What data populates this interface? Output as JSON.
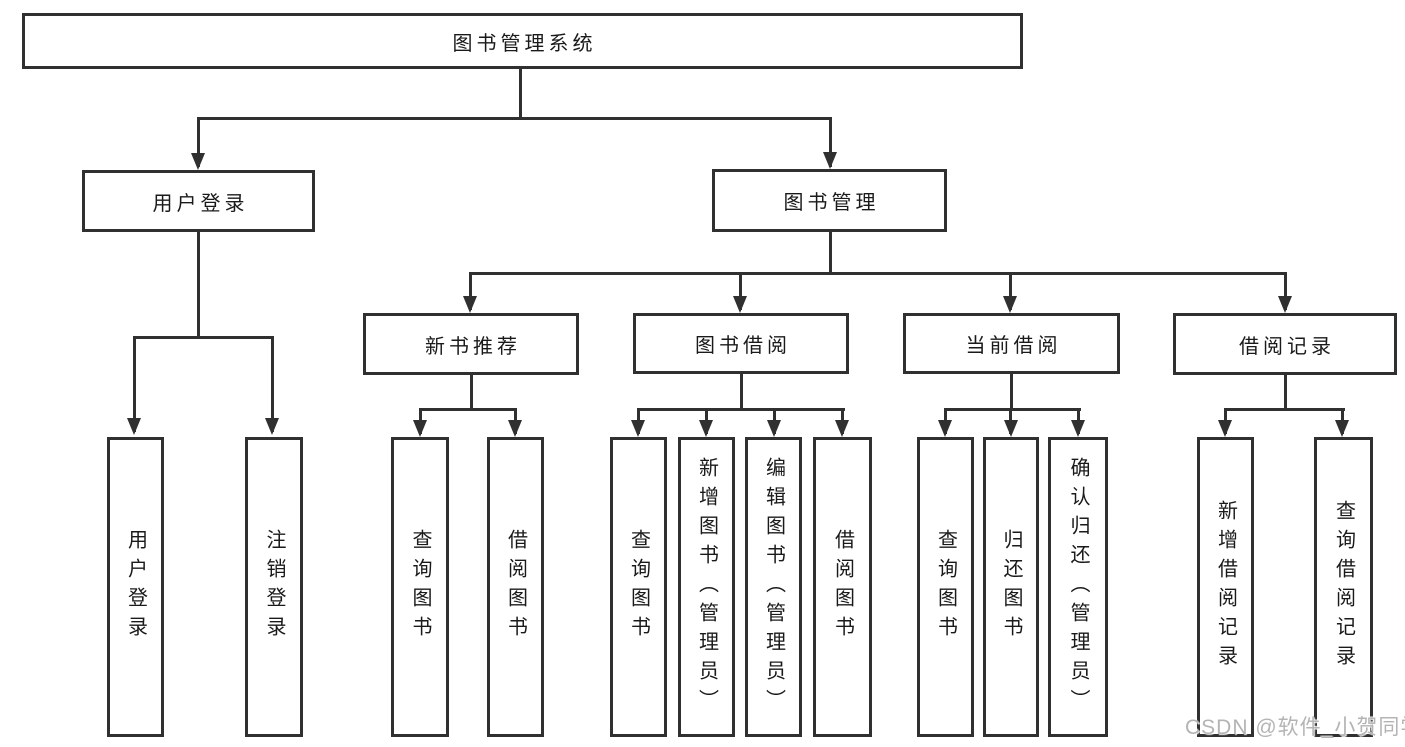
{
  "diagram_type": "hierarchy-tree",
  "colors": {
    "line": "#303030",
    "box_border": "#303030",
    "box_fill": "#ffffff",
    "text": "#1a1a1a",
    "watermark_text": "#b4b4b4",
    "background": "#ffffff"
  },
  "watermark": {
    "text": "CSDN @软件_小贺同学"
  },
  "tree": {
    "label": "图书管理系统",
    "children": [
      {
        "label": "用户登录",
        "children": [
          {
            "label": "用户登录"
          },
          {
            "label": "注销登录"
          }
        ]
      },
      {
        "label": "图书管理",
        "children": [
          {
            "label": "新书推荐",
            "children": [
              {
                "label": "查询图书"
              },
              {
                "label": "借阅图书"
              }
            ]
          },
          {
            "label": "图书借阅",
            "children": [
              {
                "label": "查询图书"
              },
              {
                "label": "新增图书（管理员）"
              },
              {
                "label": "编辑图书（管理员）"
              },
              {
                "label": "借阅图书"
              }
            ]
          },
          {
            "label": "当前借阅",
            "children": [
              {
                "label": "查询图书"
              },
              {
                "label": "归还图书"
              },
              {
                "label": "确认归还（管理员）"
              }
            ]
          },
          {
            "label": "借阅记录",
            "children": [
              {
                "label": "新增借阅记录"
              },
              {
                "label": "查询借阅记录"
              }
            ]
          }
        ]
      }
    ]
  }
}
